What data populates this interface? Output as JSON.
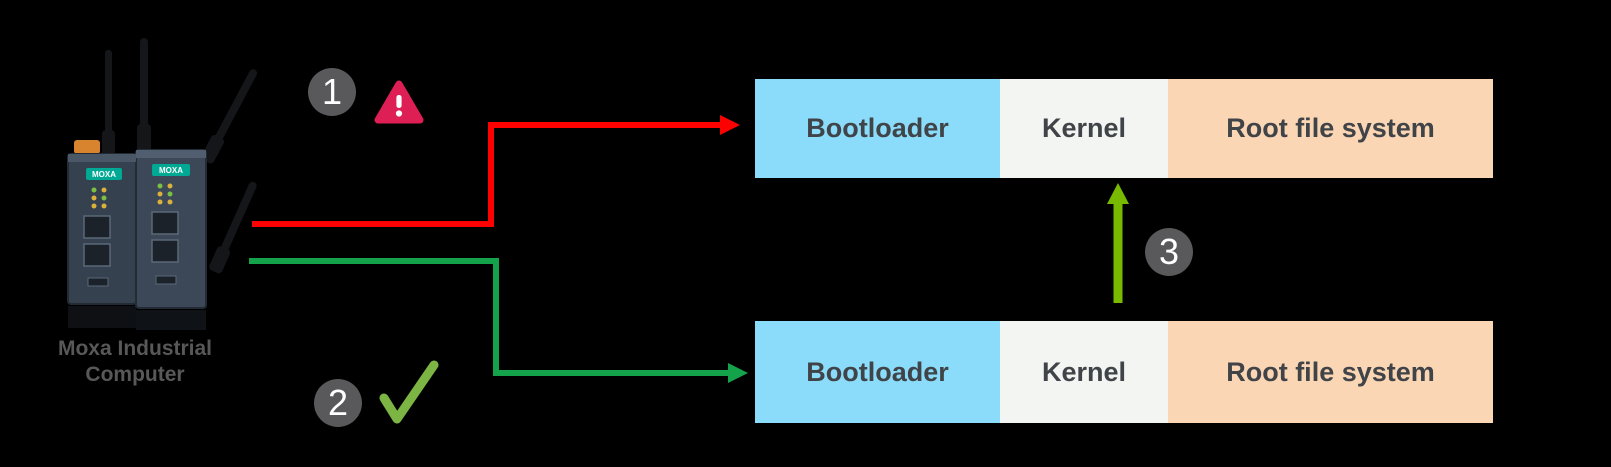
{
  "device": {
    "label_line1": "Moxa Industrial",
    "label_line2": "Computer",
    "brand": "MOXA"
  },
  "steps": [
    {
      "number": "1",
      "icon": "warning-triangle",
      "meaning": "failed update path"
    },
    {
      "number": "2",
      "icon": "check-mark",
      "meaning": "successful update path"
    },
    {
      "number": "3",
      "icon": "up-arrow",
      "meaning": "kernel handoff between images"
    }
  ],
  "bars": {
    "top": {
      "segments": [
        {
          "label": "Bootloader"
        },
        {
          "label": "Kernel"
        },
        {
          "label": "Root file system"
        }
      ]
    },
    "bottom": {
      "segments": [
        {
          "label": "Bootloader"
        },
        {
          "label": "Kernel"
        },
        {
          "label": "Root file system"
        }
      ]
    }
  },
  "colors": {
    "bootloader": "#8ADCFA",
    "kernel": "#F2F5F1",
    "rootfs": "#FAD6B4",
    "bar_text": "#404448",
    "red_arrow": "#FE0000",
    "green_arrow": "#14A24A",
    "lime_arrow": "#78BA00",
    "check_green": "#7CB544",
    "warning_red": "#DD1F55",
    "step_circle": "#59595B",
    "device_label": "#585858",
    "background": "#000000"
  }
}
